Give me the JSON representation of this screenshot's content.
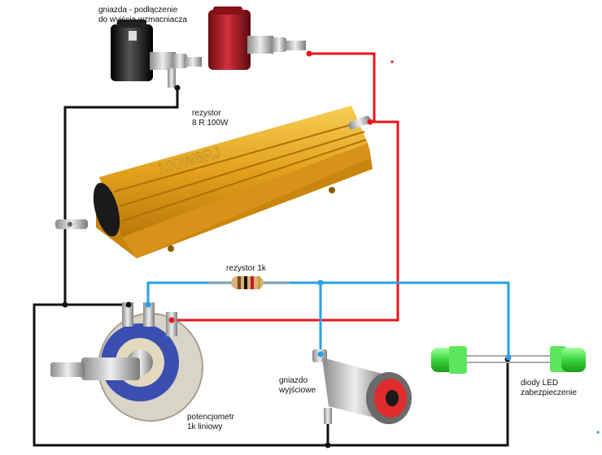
{
  "labels": {
    "terminals_line1": "gniazda - podłączenie",
    "terminals_line2": "do wyjścia wzmacniacza",
    "power_resistor_line1": "rezystor",
    "power_resistor_line2": "8 R 100W",
    "resistor_1k": "rezystor 1k",
    "jack_line1": "gniazdo",
    "jack_line2": "wyjściowe",
    "pot_line1": "potencjometr",
    "pot_line2": "1k liniowy",
    "leds_line1": "diody LED",
    "leds_line2": "zabezpieczenie"
  },
  "resistor_marking": "100W8RJ",
  "colors": {
    "wire_black": "#111111",
    "wire_red": "#e8141c",
    "wire_blue": "#2a9fe0",
    "resistor_body": "#e2a01c",
    "led_green": "#3bd43b",
    "pot_blue": "#3b4fb0"
  },
  "icons": [
    "black-binding-post-icon",
    "red-binding-post-icon",
    "power-resistor-icon",
    "carbon-resistor-icon",
    "potentiometer-icon",
    "rca-jack-icon",
    "green-led-icon"
  ]
}
